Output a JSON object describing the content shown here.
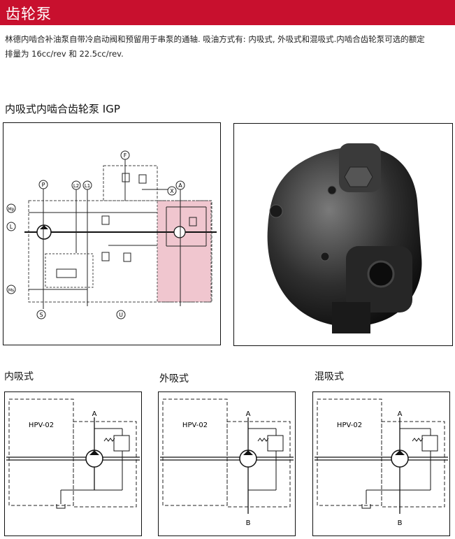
{
  "header": {
    "title": "齿轮泵"
  },
  "intro": {
    "line1": "林德内啮合补油泵自带冷启动阀和预留用于串泵的通轴. 吸油方式有: 内吸式, 外吸式和混吸式.内啮合齿轮泵可选的额定",
    "line2": "排量为 16cc/rev 和 22.5cc/rev."
  },
  "section": {
    "title": "内吸式内啮合齿轮泵 IGP"
  },
  "schematic": {
    "ports": {
      "P": "P",
      "L2": "L2",
      "L1": "L1",
      "F": "F",
      "X": "X",
      "A": "A",
      "Mp": "Mp",
      "L": "L",
      "Ms": "Ms",
      "S": "S",
      "U": "U"
    }
  },
  "variants": [
    {
      "title": "内吸式",
      "box_label": "HPV-02",
      "port_a": "A"
    },
    {
      "title": "外吸式",
      "box_label": "HPV-02",
      "port_a": "A",
      "port_b": "B"
    },
    {
      "title": "混吸式",
      "box_label": "HPV-02",
      "port_a": "A",
      "port_b": "B"
    }
  ],
  "colors": {
    "header": "#c8102e",
    "highlight": "#f0c6cf"
  }
}
